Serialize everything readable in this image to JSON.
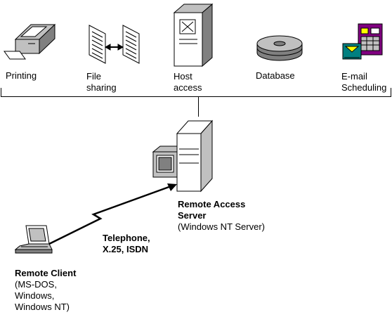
{
  "services": {
    "printing": {
      "label": "Printing"
    },
    "file_sharing": {
      "label_line1": "File",
      "label_line2": "sharing"
    },
    "host_access": {
      "label_line1": "Host",
      "label_line2": "access"
    },
    "database": {
      "label": "Database"
    },
    "email_scheduling": {
      "label_line1": "E-mail",
      "label_line2": "Scheduling"
    }
  },
  "remote_access_server": {
    "title_line1": "Remote Access",
    "title_line2": "Server",
    "subtitle": "(Windows NT Server)"
  },
  "connection": {
    "line1": "Telephone,",
    "line2": "X.25, ISDN"
  },
  "remote_client": {
    "title": "Remote Client",
    "os_line1": "(MS-DOS,",
    "os_line2": "Windows,",
    "os_line3": "Windows NT)"
  },
  "colors": {
    "line": "#000000",
    "gray_light": "#c0c0c0",
    "gray_dark": "#808080",
    "purple": "#800080",
    "yellow": "#ffff00",
    "teal": "#008080"
  }
}
